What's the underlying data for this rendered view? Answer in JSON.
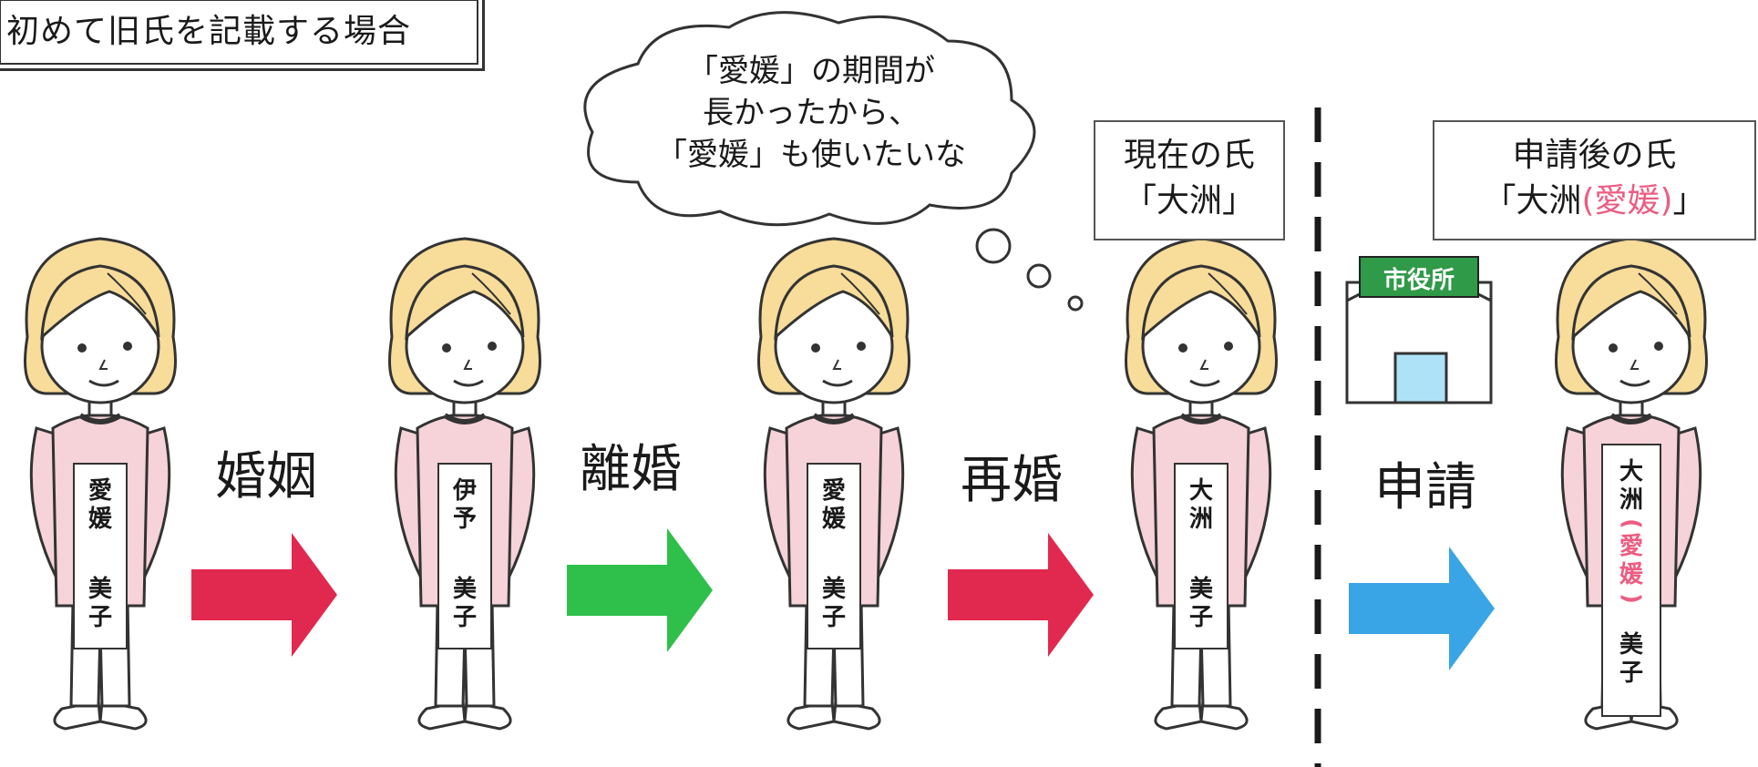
{
  "title": "初めて旧氏を記載する場合",
  "thought": {
    "line1": "「愛媛」の期間が",
    "line2": "長かったから、",
    "line3": "「愛媛」も使いたいな"
  },
  "current_label": {
    "line1": "現在の氏",
    "line2": "「大洲」"
  },
  "after_label": {
    "line1": "申請後の氏",
    "line2_open": "「大洲",
    "line2_old": "(愛媛)",
    "line2_close": "」"
  },
  "city_hall_sign": "市役所",
  "arrows": [
    {
      "label": "婚姻",
      "color": "#e1294f"
    },
    {
      "label": "離婚",
      "color": "#2ec04a"
    },
    {
      "label": "再婚",
      "color": "#e1294f"
    },
    {
      "label": "申請",
      "color": "#3aa5e6"
    }
  ],
  "people": [
    {
      "tag": [
        "愛",
        "媛",
        "美",
        "子"
      ]
    },
    {
      "tag": [
        "伊",
        "予",
        "美",
        "子"
      ]
    },
    {
      "tag": [
        "愛",
        "媛",
        "美",
        "子"
      ]
    },
    {
      "tag": [
        "大",
        "洲",
        "美",
        "子"
      ]
    },
    {
      "tag": [
        "大",
        "洲",
        "(",
        "愛",
        "媛",
        ")",
        "美",
        "子"
      ]
    }
  ],
  "colors": {
    "hair": "#f7dc9a",
    "shirt": "#f5d3d8",
    "tag_highlight": "#ec5d82",
    "sign_green": "#2f9a48",
    "door": "#aee3f7"
  }
}
